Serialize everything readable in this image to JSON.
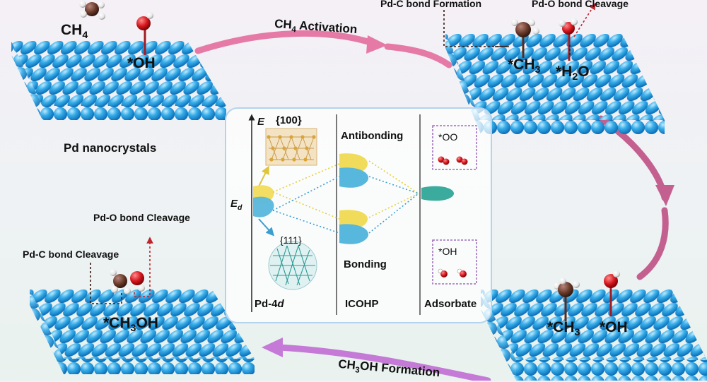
{
  "top_left": {
    "molecule": "CH4",
    "adsorbate": "*OH",
    "caption": "Pd nanocrystals"
  },
  "top_right": {
    "bond_formation": "Pd-C bond Formation",
    "bond_cleavage": "Pd-O bond Cleavage",
    "adsorbate_1": "*CH3",
    "adsorbate_2": "*H2O"
  },
  "bottom_right": {
    "adsorbate_1": "*CH3",
    "adsorbate_2": "*OH"
  },
  "bottom_left": {
    "o_cleavage": "Pd-O bond Cleavage",
    "c_cleavage": "Pd-C bond Cleavage",
    "product": "*CH3OH"
  },
  "arrows": {
    "top": "CH4 Activation",
    "bottom": "CH3OH Formation"
  },
  "central_panel": {
    "energy_axis": "E",
    "d_level": "Ed",
    "facet_100": "{100}",
    "facet_111": "{111}",
    "antibonding": "Antibonding",
    "bonding": "Bonding",
    "adsorbate_oo": "*OO",
    "adsorbate_oh": "*OH",
    "col_pd4d": "Pd-4d",
    "col_icohp": "ICOHP",
    "col_adsorbate": "Adsorbate"
  },
  "colors": {
    "sphere": "#2fa6e6",
    "arrow_top": "#e67aa6",
    "arrow_right": "#c4608f",
    "arrow_bottom": "#c47ad6",
    "yellow_level": "#f0dc5a",
    "blue_level": "#58b7dd",
    "teal_adsorbate": "#3aab9c",
    "oxygen": "#d4141c",
    "carbon": "#6a3b2b"
  }
}
